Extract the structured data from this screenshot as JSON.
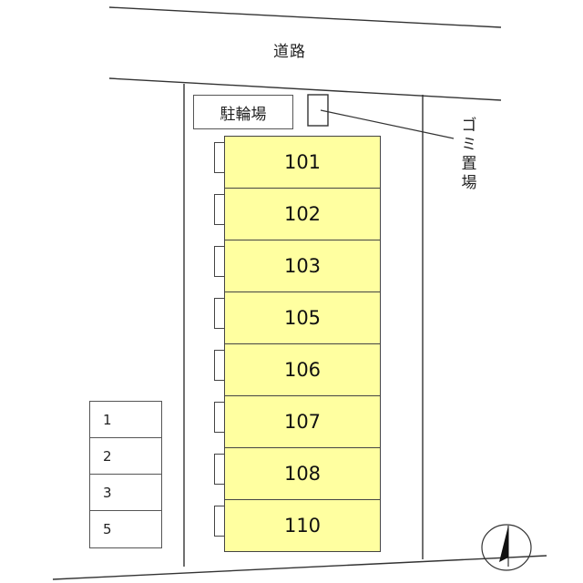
{
  "road": {
    "label": "道路"
  },
  "bicycle_parking": {
    "label": "駐輪場"
  },
  "garbage_area": {
    "label": "ゴミ置場"
  },
  "units": [
    "101",
    "102",
    "103",
    "105",
    "106",
    "107",
    "108",
    "110"
  ],
  "parking_slots": [
    "1",
    "2",
    "3",
    "5"
  ],
  "colors": {
    "unit_fill": "#ffffa0",
    "line": "#444444"
  },
  "icons": {
    "compass": "north-arrow-icon"
  }
}
